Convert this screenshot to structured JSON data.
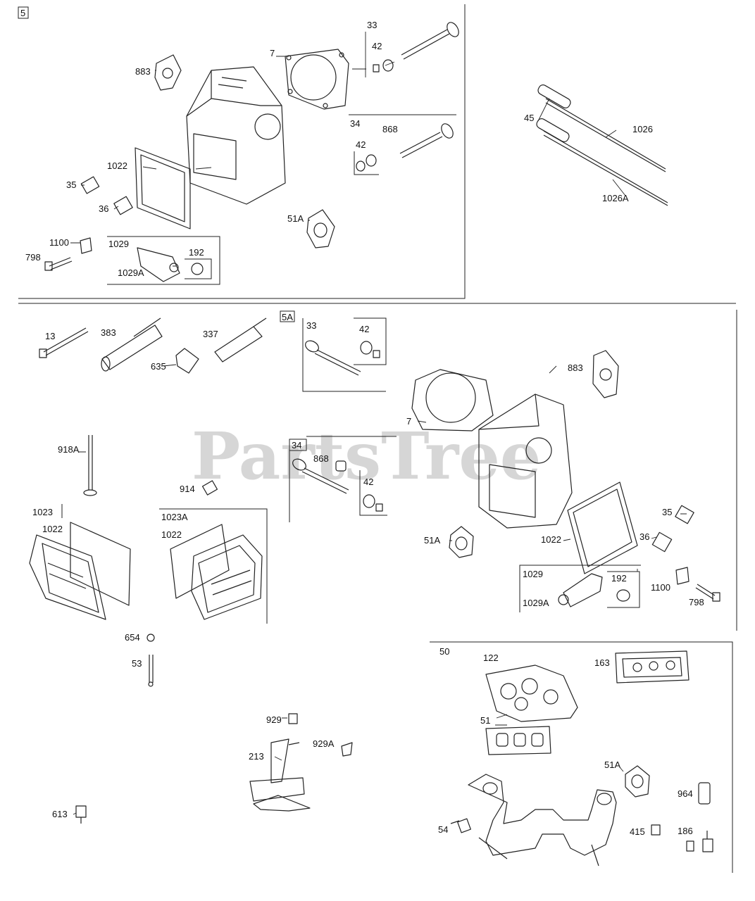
{
  "watermark": "PartsTree",
  "sections": [
    "5",
    "5A",
    "34",
    "50"
  ],
  "labels": {
    "s5": {
      "l883": "883",
      "l7": "7",
      "l33": "33",
      "l42a": "42",
      "l34": "34",
      "l868": "868",
      "l42b": "42",
      "l1022": "1022",
      "l35": "35",
      "l36": "36",
      "l51A": "51A",
      "l1100": "1100",
      "l798": "798",
      "l1029": "1029",
      "l1029A": "1029A",
      "l192": "192"
    },
    "right": {
      "l45": "45",
      "l1026": "1026",
      "l1026A": "1026A"
    },
    "s5A": {
      "l13": "13",
      "l383": "383",
      "l337": "337",
      "l635": "635",
      "l33": "33",
      "l42a": "42",
      "l883": "883",
      "l7": "7",
      "l918A": "918A",
      "l914": "914",
      "l868": "868",
      "l42b": "42",
      "l1023": "1023",
      "l1022a": "1022",
      "l1023A": "1023A",
      "l1022b": "1022",
      "l35": "35",
      "l51A": "51A",
      "l1022c": "1022",
      "l36": "36",
      "l1029": "1029",
      "l192": "192",
      "l1100": "1100",
      "l1029A": "1029A",
      "l798": "798",
      "l654": "654",
      "l53": "53",
      "l929": "929",
      "l929A": "929A",
      "l213": "213",
      "l613": "613"
    },
    "s50": {
      "l122": "122",
      "l163": "163",
      "l51": "51",
      "l51A": "51A",
      "l964": "964",
      "l54": "54",
      "l415": "415",
      "l186": "186"
    }
  }
}
